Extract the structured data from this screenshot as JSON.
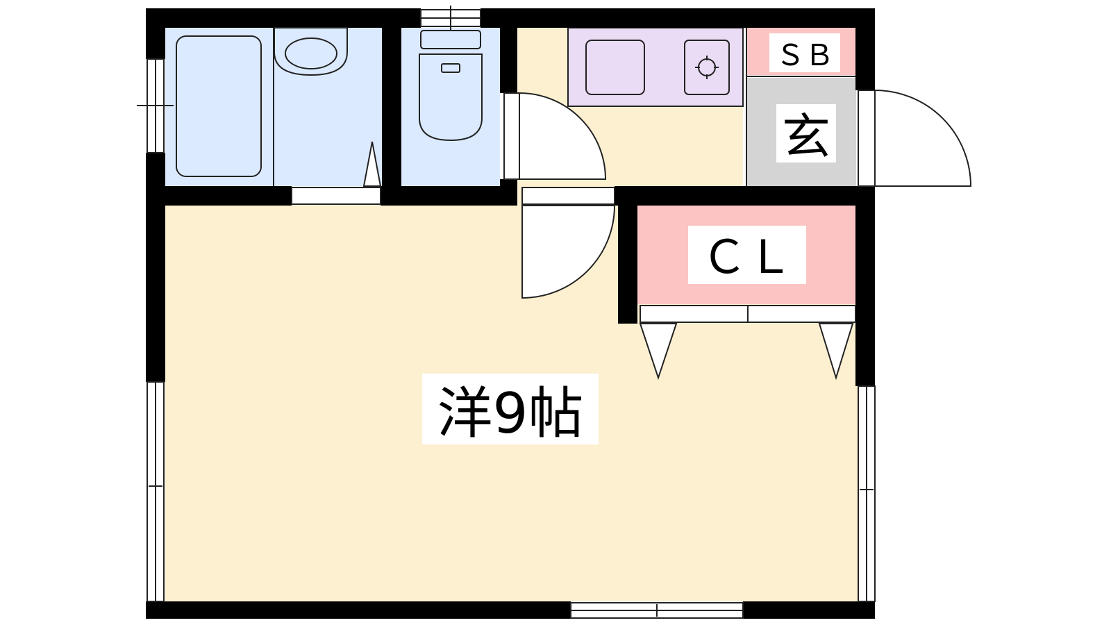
{
  "labels": {
    "main_room": "洋9帖",
    "closet": "ＣＬ",
    "entrance": "玄",
    "shoe_box": "ＳＢ"
  },
  "colors": {
    "wall": "#000000",
    "wet_area": "#dbeafe",
    "living": "#fdf0d1",
    "kitchen": "#eadcf4",
    "storage": "#fdc4c4",
    "entrance": "#d4d4d4",
    "fixture_stroke": "#222222"
  }
}
